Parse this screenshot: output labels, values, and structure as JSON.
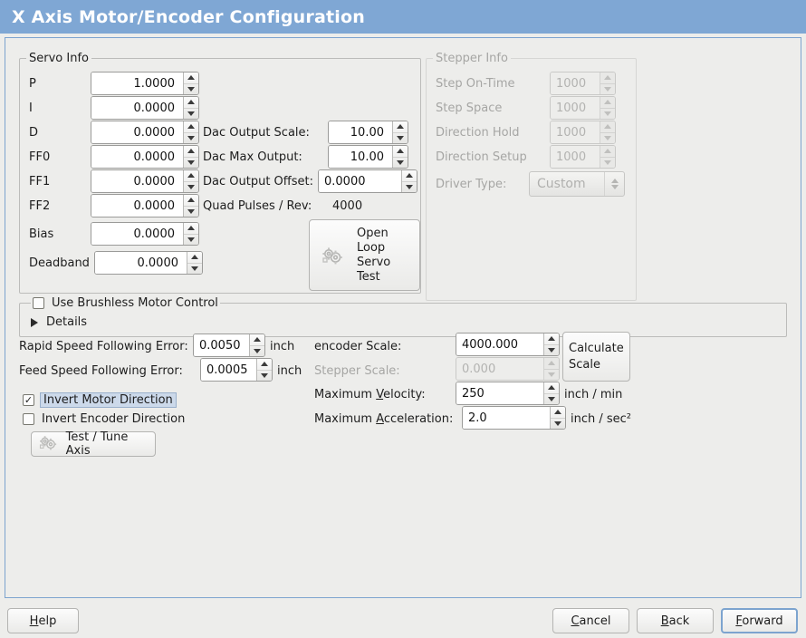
{
  "window": {
    "title": "X Axis Motor/Encoder Configuration",
    "titlebar_color": "#7fa7d4",
    "background_color": "#ededeb",
    "frame_border_color": "#7da4cf"
  },
  "servo_info": {
    "legend": "Servo Info",
    "rows": [
      {
        "label": "P",
        "value": "1.0000"
      },
      {
        "label": "I",
        "value": "0.0000"
      },
      {
        "label": "D",
        "value": "0.0000"
      },
      {
        "label": "FF0",
        "value": "0.0000"
      },
      {
        "label": "FF1",
        "value": "0.0000"
      },
      {
        "label": "FF2",
        "value": "0.0000"
      },
      {
        "label": "Bias",
        "value": "0.0000"
      },
      {
        "label": "Deadband",
        "value": "0.0000"
      }
    ],
    "dac": [
      {
        "label": "Dac Output Scale:",
        "value": "10.00"
      },
      {
        "label": "Dac Max Output:",
        "value": "10.00"
      },
      {
        "label": "Dac Output Offset:",
        "value": "0.0000"
      }
    ],
    "quad_pulses_label": "Quad Pulses / Rev:",
    "quad_pulses_value": "4000",
    "open_loop_button": "Open\nLoop\nServo\nTest",
    "open_loop_lines": [
      "Open",
      "Loop",
      "Servo",
      "Test"
    ],
    "open_loop_icon": "gears-icon"
  },
  "stepper_info": {
    "legend": "Stepper Info",
    "disabled": true,
    "rows": [
      {
        "label": "Step On-Time",
        "value": "1000"
      },
      {
        "label": "Step Space",
        "value": "1000"
      },
      {
        "label": "Direction Hold",
        "value": "1000"
      },
      {
        "label": "Direction Setup",
        "value": "1000"
      }
    ],
    "driver_type_label": "Driver Type:",
    "driver_type_value": "Custom"
  },
  "brushless": {
    "checkbox_label": "Use Brushless Motor Control",
    "checked": false,
    "details_label": "Details",
    "details_expanded": false
  },
  "tuning": {
    "rapid_label": "Rapid Speed Following Error:",
    "rapid_value": "0.0050",
    "rapid_unit": "inch",
    "feed_label": "Feed Speed Following Error:",
    "feed_value": "0.0005",
    "feed_unit": "inch",
    "invert_motor_label": "Invert Motor Direction",
    "invert_motor_checked": true,
    "invert_motor_focused": true,
    "invert_encoder_label": "Invert Encoder Direction",
    "invert_encoder_checked": false,
    "test_tune_label": "Test / Tune Axis",
    "test_tune_icon": "gears-icon"
  },
  "scales": {
    "encoder_scale_label": "encoder Scale:",
    "encoder_scale_value": "4000.000",
    "stepper_scale_label": "Stepper Scale:",
    "stepper_scale_value": "0.000",
    "stepper_scale_disabled": true,
    "max_velocity_label_pre": "Maximum ",
    "max_velocity_label_mn": "V",
    "max_velocity_label_post": "elocity:",
    "max_velocity_value": "250",
    "max_velocity_unit": "inch / min",
    "max_accel_label_pre": "Maximum ",
    "max_accel_label_mn": "A",
    "max_accel_label_post": "cceleration:",
    "max_accel_value": "2.0",
    "max_accel_unit": "inch / sec²",
    "calculate_scale_lines": [
      "Calculate",
      "Scale"
    ]
  },
  "actions": {
    "help": {
      "pre": "",
      "mn": "H",
      "post": "elp"
    },
    "cancel": {
      "pre": "",
      "mn": "C",
      "post": "ancel"
    },
    "back": {
      "pre": "",
      "mn": "B",
      "post": "ack"
    },
    "forward": {
      "pre": "",
      "mn": "F",
      "post": "orward"
    }
  }
}
